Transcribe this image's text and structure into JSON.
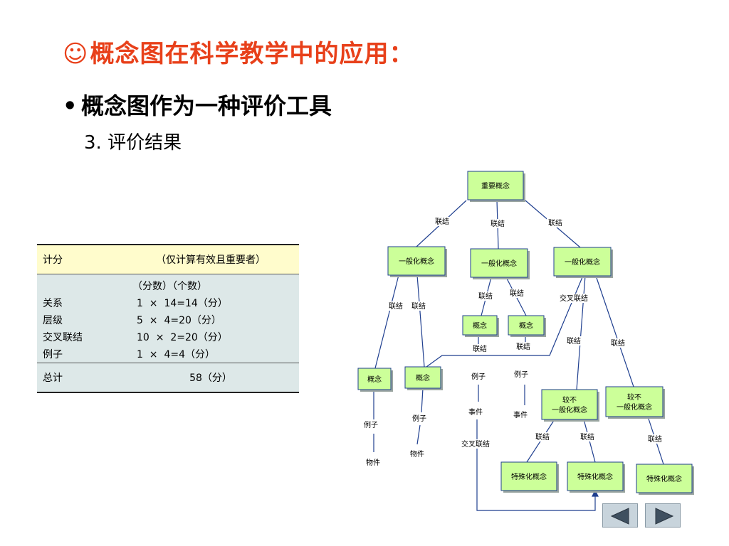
{
  "title": "概念图在科学教学中的应用：",
  "title_icon": "smiley-icon",
  "bullet": "概念图作为一种评价工具",
  "subheading": "3. 评价结果",
  "table": {
    "header": [
      "计分",
      "（仅计算有效且重要者）"
    ],
    "units_row": "（分数）（个数）",
    "rows": [
      {
        "label": "关系",
        "value": "1  ×  14=14（分）"
      },
      {
        "label": "层级",
        "value": "5  ×  4=20（分）"
      },
      {
        "label": "交叉联结",
        "value": "10  ×  2=20（分）"
      },
      {
        "label": "例子",
        "value": "1  ×  4=4（分）"
      }
    ],
    "total": {
      "label": "总计",
      "value": "58（分）"
    }
  },
  "diagram": {
    "node_fill": "#ccff99",
    "nodes": [
      {
        "id": "top",
        "label": "重要概念"
      },
      {
        "id": "g1",
        "label": "一般化概念"
      },
      {
        "id": "g2",
        "label": "一般化概念"
      },
      {
        "id": "g3",
        "label": "一般化概念"
      },
      {
        "id": "c_a",
        "label": "概念"
      },
      {
        "id": "c_b",
        "label": "概念"
      },
      {
        "id": "c1",
        "label": "概念"
      },
      {
        "id": "c2",
        "label": "概念"
      },
      {
        "id": "lg1",
        "label": "较不\n一般化概念"
      },
      {
        "id": "lg2",
        "label": "较不\n一般化概念"
      },
      {
        "id": "s1",
        "label": "特殊化概念"
      },
      {
        "id": "s2",
        "label": "特殊化概念"
      },
      {
        "id": "s3",
        "label": "特殊化概念"
      }
    ],
    "labels": {
      "link": "联结",
      "cross_link": "交叉联结",
      "example": "例子",
      "object": "物件",
      "event": "事件"
    }
  },
  "nav": {
    "prev": "triangle-left-icon",
    "next": "triangle-right-icon"
  }
}
